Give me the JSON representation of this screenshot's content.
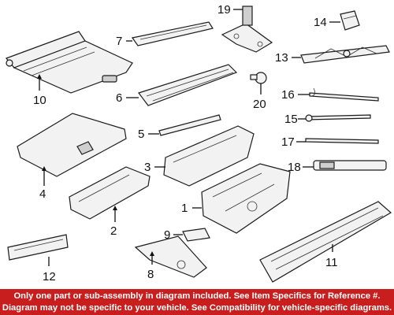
{
  "callouts": {
    "c1": "1",
    "c2": "2",
    "c3": "3",
    "c4": "4",
    "c5": "5",
    "c6": "6",
    "c7": "7",
    "c8": "8",
    "c9": "9",
    "c10": "10",
    "c11": "11",
    "c12": "12",
    "c13": "13",
    "c14": "14",
    "c15": "15",
    "c16": "16",
    "c17": "17",
    "c18": "18",
    "c19": "19",
    "c20": "20"
  },
  "disclaimer": {
    "line1": "Only one part or sub-assembly in diagram included. See Item Specifics for Reference #.",
    "line2": "Diagram may not be specific to your vehicle. See Compatibility for vehicle-specific diagrams."
  },
  "colors": {
    "banner": "#c81e1e",
    "banner_text": "#ffffff",
    "line": "#1a1a1a"
  }
}
